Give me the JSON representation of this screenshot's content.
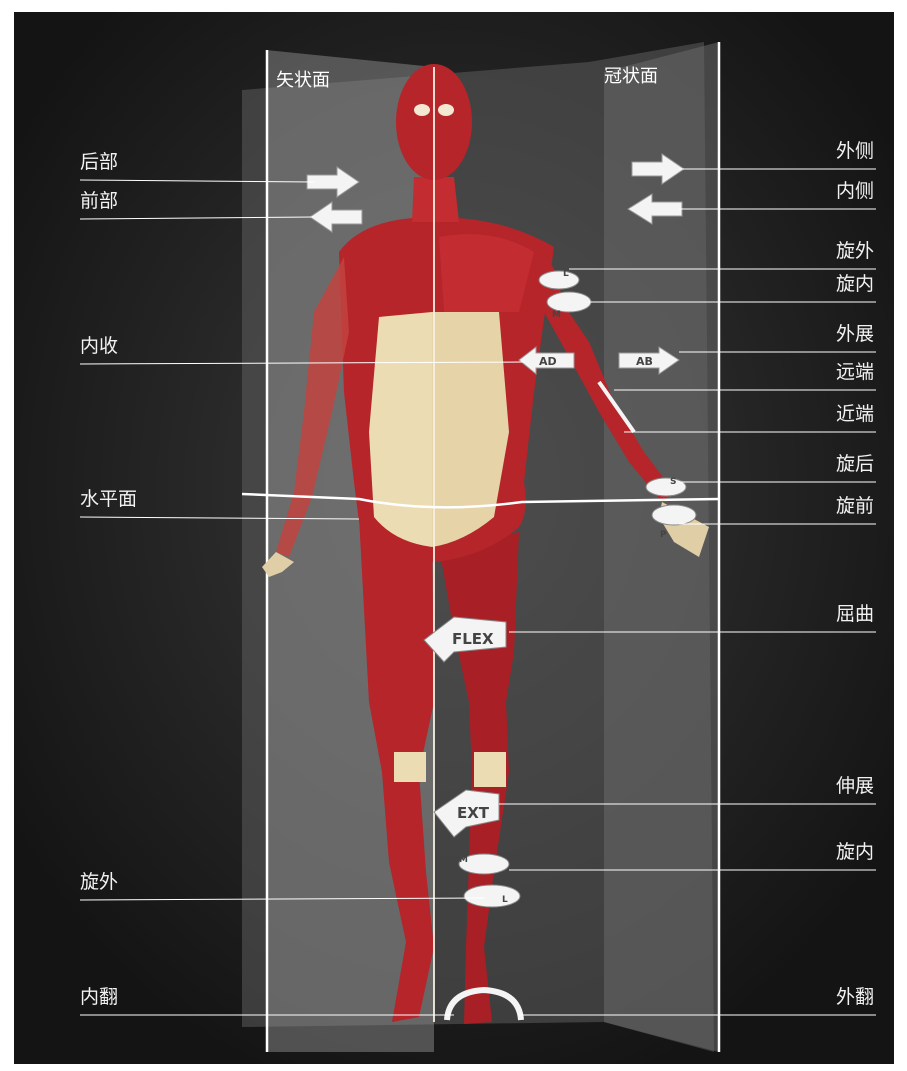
{
  "planes": {
    "sagittal": "矢状面",
    "coronal": "冠状面",
    "horizontal": "水平面"
  },
  "labels_left": {
    "posterior": "后部",
    "anterior": "前部",
    "adduction": "内收",
    "horizontal_plane": "水平面",
    "lateral_rotation_leg": "旋外",
    "inversion": "内翻"
  },
  "labels_right": {
    "lateral": "外侧",
    "medial": "内侧",
    "lateral_rotation_arm": "旋外",
    "medial_rotation_arm": "旋内",
    "abduction": "外展",
    "distal": "远端",
    "proximal": "近端",
    "supination": "旋后",
    "pronation": "旋前",
    "flexion": "屈曲",
    "extension": "伸展",
    "medial_rotation_leg": "旋内",
    "eversion": "外翻"
  },
  "arrow_tags": {
    "adduction": "AD",
    "abduction": "AB",
    "flexion": "FLEX",
    "extension": "EXT",
    "lateral": "L",
    "medial": "M",
    "supination": "S",
    "pronation": "P"
  },
  "colors": {
    "background": "#141414",
    "muscle": "#b5252a",
    "skin": "#ecdcb4",
    "plane_line": "#ffffff",
    "arrow_fill": "#f4f4f4",
    "label_text": "#f2f2f2"
  }
}
